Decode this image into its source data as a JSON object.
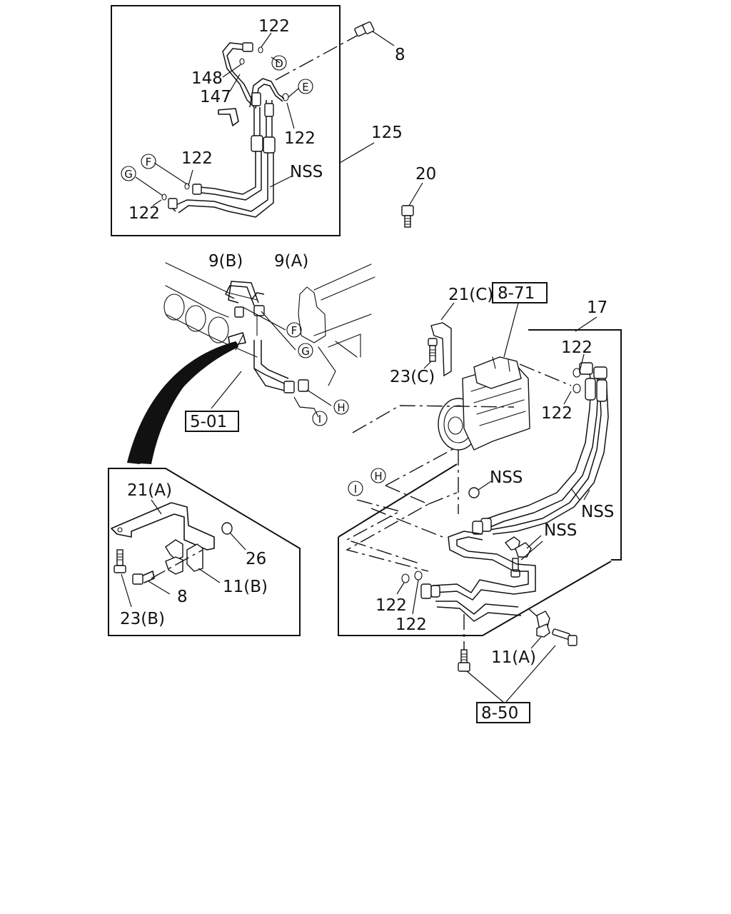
{
  "labels": {
    "l122_top": "122",
    "l8_top": "8",
    "l148": "148",
    "l147": "147",
    "l122_e": "122",
    "l125": "125",
    "l122_f": "122",
    "l_nss_top": "NSS",
    "l122_g": "122",
    "l20": "20",
    "l9b": "9(B)",
    "l9a": "9(A)",
    "l21c": "21(C)",
    "l17": "17",
    "l23c": "23(C)",
    "l122_r1": "122",
    "l122_r2": "122",
    "l_nss_nut": "NSS",
    "l_nss_hose": "NSS",
    "l_nss_clip": "NSS",
    "l21a": "21(A)",
    "l26": "26",
    "l8_inset": "8",
    "l11b": "11(B)",
    "l23b": "23(B)",
    "l122_b1": "122",
    "l122_b2": "122",
    "l11a": "11(A)"
  },
  "circled": {
    "d": "D",
    "e": "E",
    "f_top": "F",
    "g_top": "G",
    "f_mid": "F",
    "g_mid": "G",
    "h_mid": "H",
    "i_mid": "I",
    "h_right": "H",
    "i_right": "I"
  },
  "refs": {
    "ref_871": "8-71",
    "ref_501": "5-01",
    "ref_850": "8-50"
  }
}
